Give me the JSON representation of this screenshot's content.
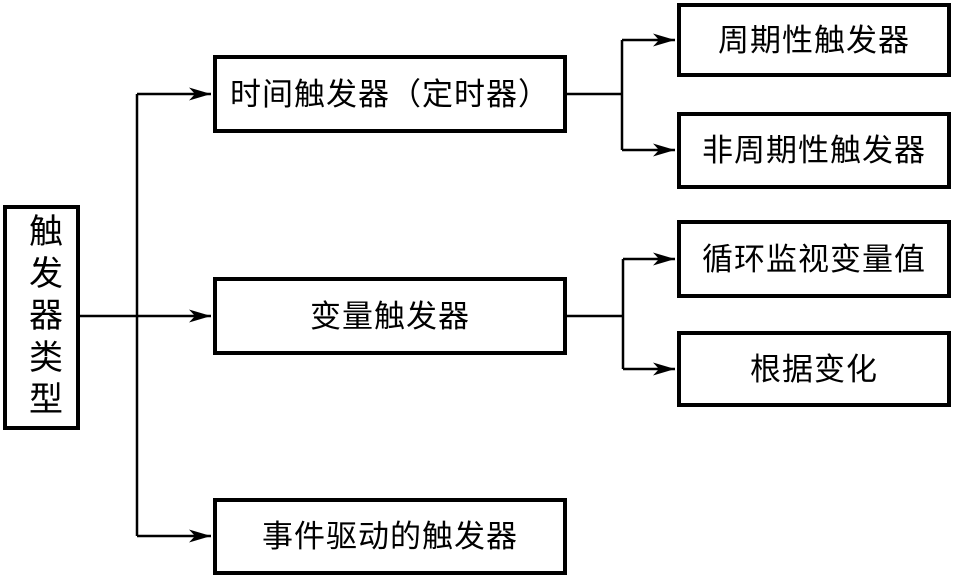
{
  "diagram": {
    "root": {
      "label": "触发器类型"
    },
    "level1": [
      {
        "id": "time-trigger",
        "label": "时间触发器（定时器）"
      },
      {
        "id": "variable-trigger",
        "label": "变量触发器"
      },
      {
        "id": "event-driven-trigger",
        "label": "事件驱动的触发器"
      }
    ],
    "level2": [
      {
        "id": "periodic-trigger",
        "label": "周期性触发器",
        "parent": "time-trigger"
      },
      {
        "id": "aperiodic-trigger",
        "label": "非周期性触发器",
        "parent": "time-trigger"
      },
      {
        "id": "loop-monitor-variable",
        "label": "循环监视变量值",
        "parent": "variable-trigger"
      },
      {
        "id": "on-change",
        "label": "根据变化",
        "parent": "variable-trigger"
      }
    ],
    "colors": {
      "line": "#000000",
      "text": "#000000",
      "box_background": "#ffffff",
      "page_background": "#ffffff"
    }
  }
}
